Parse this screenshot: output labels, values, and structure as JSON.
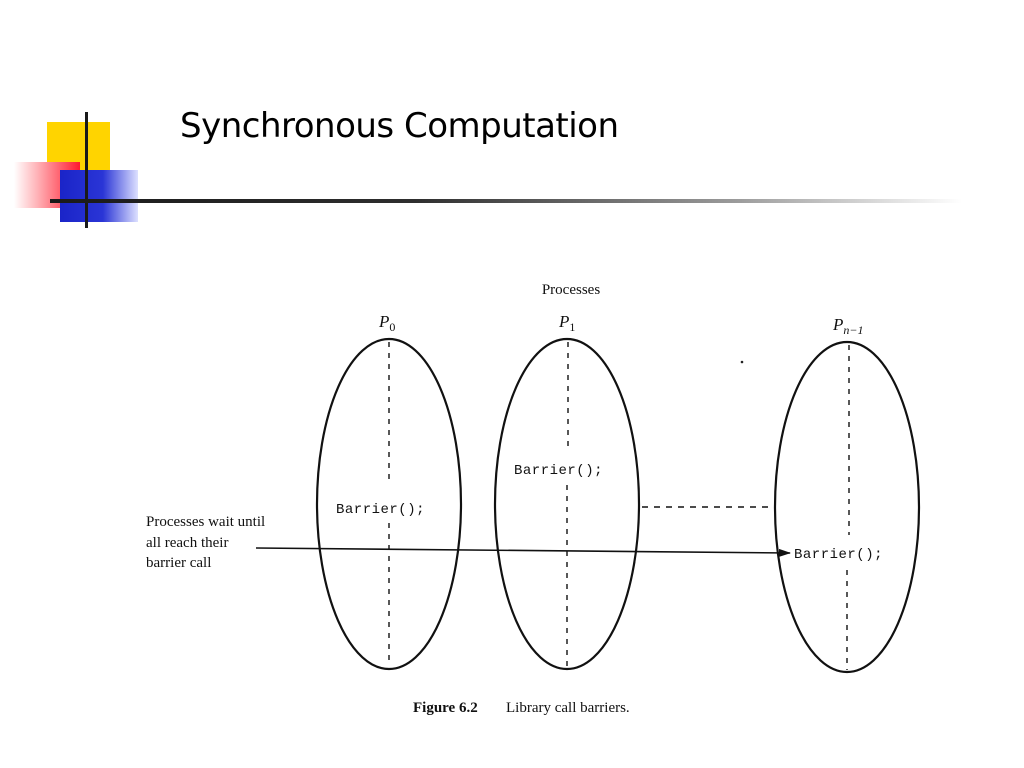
{
  "slide": {
    "title": "Synchronous Computation"
  },
  "diagram": {
    "header": "Processes",
    "processes": [
      {
        "name": "P",
        "subscript": "0",
        "call": "Barrier();"
      },
      {
        "name": "P",
        "subscript": "1",
        "call": "Barrier();"
      },
      {
        "name": "P",
        "subscript": "n−1",
        "call": "Barrier();"
      }
    ],
    "annotation_lines": [
      "Processes wait until",
      "all reach their",
      "barrier call"
    ],
    "caption_label": "Figure 6.2",
    "caption_text": "Library call barriers."
  }
}
